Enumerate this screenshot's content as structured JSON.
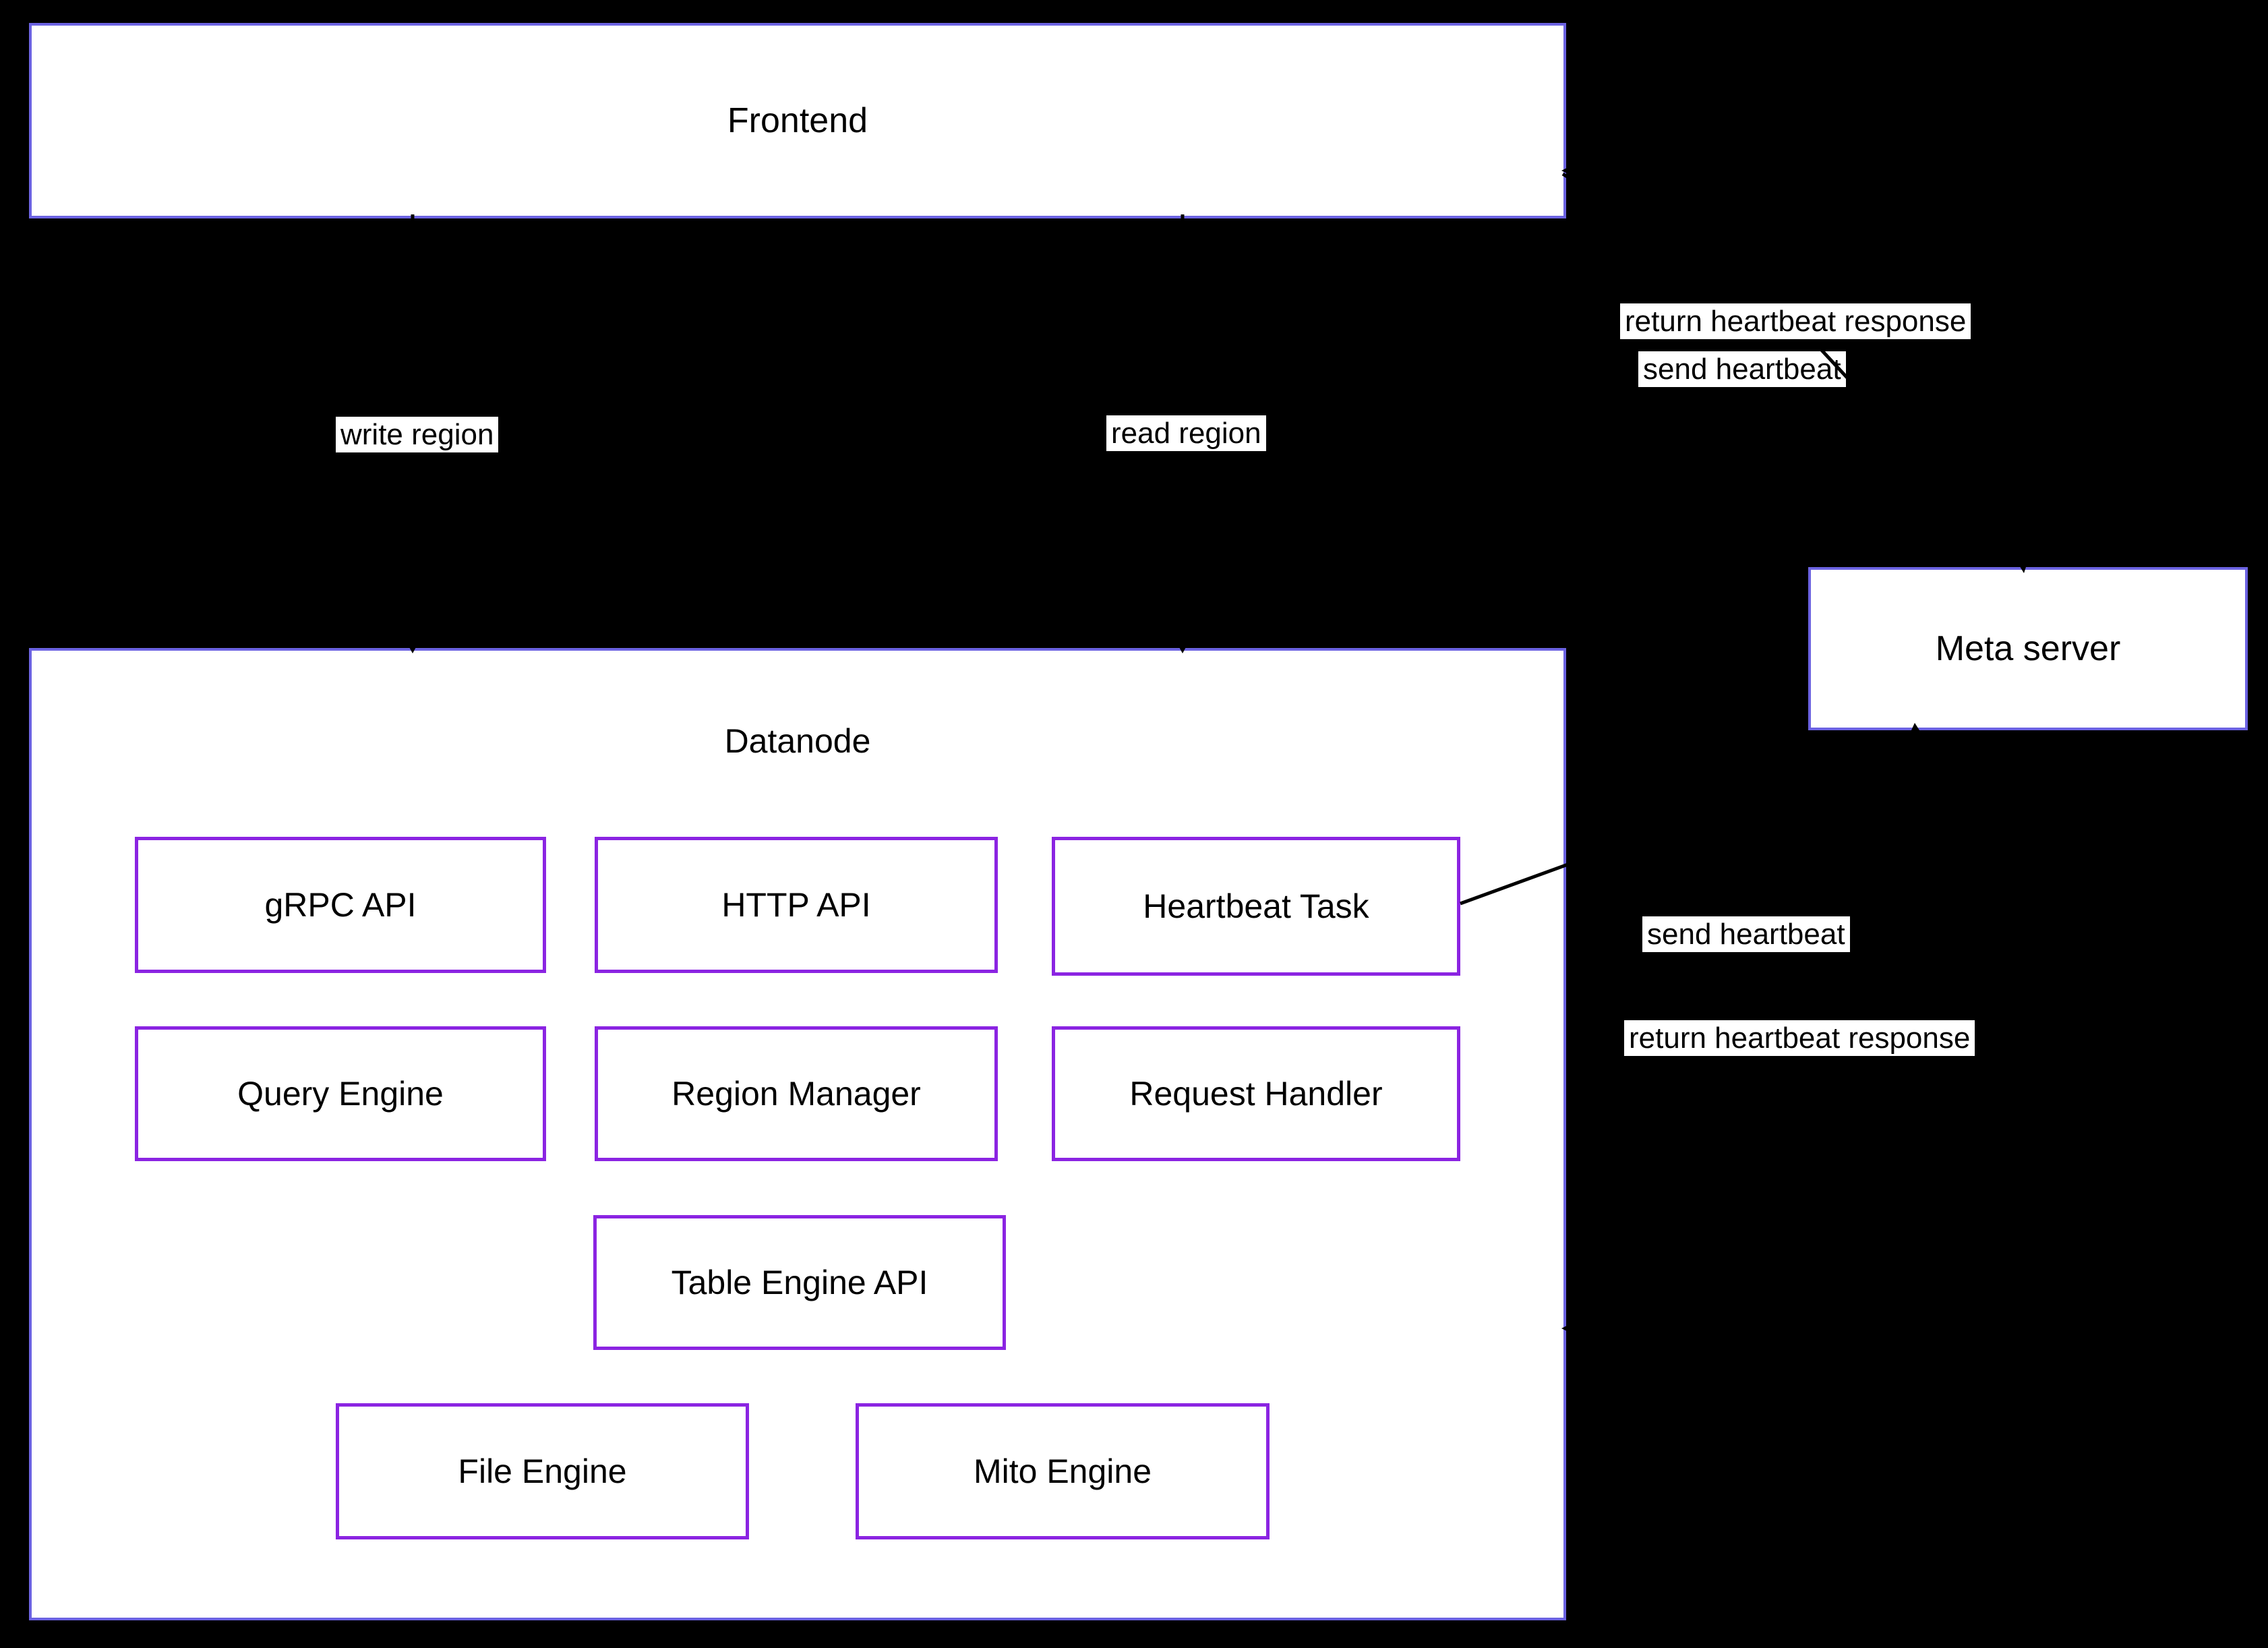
{
  "clusters": {
    "frontend": "Frontend",
    "datanode": "Datanode",
    "meta_server": "Meta server"
  },
  "components": {
    "grpc_api": "gRPC API",
    "http_api": "HTTP API",
    "heartbeat_task": "Heartbeat Task",
    "query_engine": "Query Engine",
    "region_manager": "Region Manager",
    "request_handler": "Request Handler",
    "table_engine_api": "Table Engine API",
    "file_engine": "File Engine",
    "mito_engine": "Mito Engine"
  },
  "edges": [
    {
      "id": "write-region",
      "from": "Frontend",
      "to": "Datanode",
      "label": "write region"
    },
    {
      "id": "read-region",
      "from": "Frontend",
      "to": "Datanode",
      "label": "read region"
    },
    {
      "id": "send-heartbeat-frontend-meta",
      "from": "Frontend",
      "to": "Meta server",
      "label": "send heartbeat"
    },
    {
      "id": "return-heartbeat-meta-frontend",
      "from": "Meta server",
      "to": "Frontend",
      "label": "return heartbeat response"
    },
    {
      "id": "send-heartbeat-task-meta",
      "from": "Heartbeat Task",
      "to": "Meta server",
      "label": "send heartbeat"
    },
    {
      "id": "return-heartbeat-meta-datanode",
      "from": "Meta server",
      "to": "Datanode",
      "label": "return heartbeat response"
    }
  ],
  "colors": {
    "background": "#000000",
    "cluster_border": "#6c63e2",
    "component_border": "#8b24e2",
    "node_fill": "#ffffff",
    "text": "#000000",
    "edge": "#000000",
    "edge_label_background": "#ffffff"
  }
}
